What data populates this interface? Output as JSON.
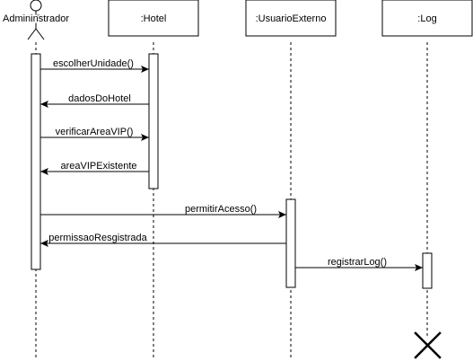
{
  "diagram": {
    "actor": {
      "name": "Admininstrador"
    },
    "participants": [
      {
        "id": "hotel",
        "name": ":Hotel"
      },
      {
        "id": "usuario",
        "name": ":UsuarioExterno"
      },
      {
        "id": "log",
        "name": ":Log"
      }
    ],
    "messages": [
      {
        "label": "escolherUnidade()",
        "from": "actor",
        "to": "hotel",
        "kind": "call"
      },
      {
        "label": "dadosDoHotel",
        "from": "hotel",
        "to": "actor",
        "kind": "return"
      },
      {
        "label": "verificarAreaVIP()",
        "from": "actor",
        "to": "hotel",
        "kind": "call"
      },
      {
        "label": "areaVIPExistente",
        "from": "hotel",
        "to": "actor",
        "kind": "return"
      },
      {
        "label": "permitirAcesso()",
        "from": "actor",
        "to": "usuario",
        "kind": "call"
      },
      {
        "label": "permissaoResgistrada",
        "from": "usuario",
        "to": "actor",
        "kind": "return"
      },
      {
        "label": "registrarLog()",
        "from": "usuario",
        "to": "log",
        "kind": "call"
      }
    ],
    "destruction": {
      "target": "log",
      "icon": "x-destroy-icon"
    },
    "colors": {
      "line": "#000000",
      "background": "#ffffff"
    }
  }
}
